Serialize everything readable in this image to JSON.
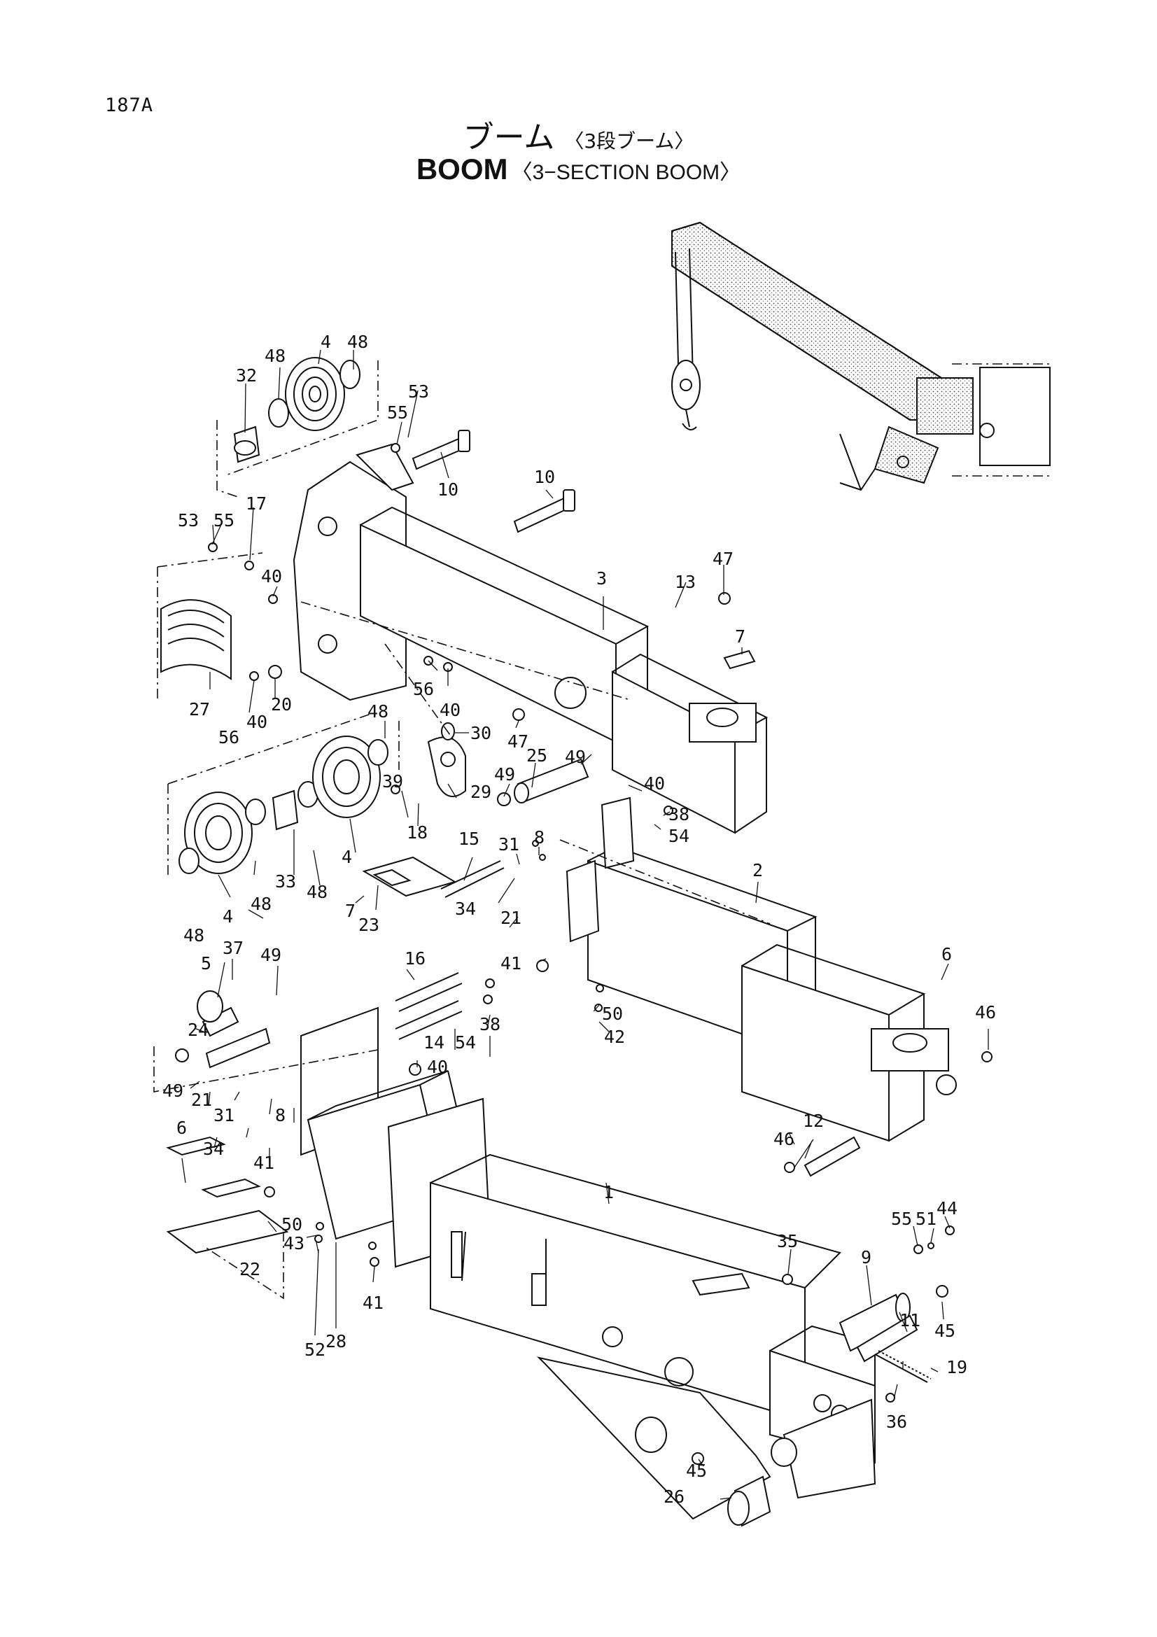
{
  "page_number": "187A",
  "title_jp": "ブーム",
  "title_jp_sub": "〈3段ブーム〉",
  "title_en": "BOOM",
  "title_en_sub": "〈3−SECTION BOOM〉",
  "callouts": [
    {
      "id": "c4a",
      "text": "4"
    },
    {
      "id": "c48a",
      "text": "48"
    },
    {
      "id": "c48b",
      "text": "48"
    },
    {
      "id": "c32",
      "text": "32"
    },
    {
      "id": "c53a",
      "text": "53"
    },
    {
      "id": "c55a",
      "text": "55"
    },
    {
      "id": "c10a",
      "text": "10"
    },
    {
      "id": "c10b",
      "text": "10"
    },
    {
      "id": "c53b",
      "text": "53"
    },
    {
      "id": "c55b",
      "text": "55"
    },
    {
      "id": "c17",
      "text": "17"
    },
    {
      "id": "c40a",
      "text": "40"
    },
    {
      "id": "c3",
      "text": "3"
    },
    {
      "id": "c13",
      "text": "13"
    },
    {
      "id": "c47a",
      "text": "47"
    },
    {
      "id": "c7a",
      "text": "7"
    },
    {
      "id": "c27",
      "text": "27"
    },
    {
      "id": "c20",
      "text": "20"
    },
    {
      "id": "c40b",
      "text": "40"
    },
    {
      "id": "c56a",
      "text": "56"
    },
    {
      "id": "c56b",
      "text": "56"
    },
    {
      "id": "c40c",
      "text": "40"
    },
    {
      "id": "c47b",
      "text": "47"
    },
    {
      "id": "c48c",
      "text": "48"
    },
    {
      "id": "c30",
      "text": "30"
    },
    {
      "id": "c49a",
      "text": "49"
    },
    {
      "id": "c25",
      "text": "25"
    },
    {
      "id": "c49b",
      "text": "49"
    },
    {
      "id": "c29",
      "text": "29"
    },
    {
      "id": "c39",
      "text": "39"
    },
    {
      "id": "c18",
      "text": "18"
    },
    {
      "id": "c40d",
      "text": "40"
    },
    {
      "id": "c38a",
      "text": "38"
    },
    {
      "id": "c54a",
      "text": "54"
    },
    {
      "id": "c4b",
      "text": "4"
    },
    {
      "id": "c33",
      "text": "33"
    },
    {
      "id": "c48d",
      "text": "48"
    },
    {
      "id": "c48e",
      "text": "48"
    },
    {
      "id": "c4c",
      "text": "4"
    },
    {
      "id": "c48f",
      "text": "48"
    },
    {
      "id": "c15",
      "text": "15"
    },
    {
      "id": "c31a",
      "text": "31"
    },
    {
      "id": "c8a",
      "text": "8"
    },
    {
      "id": "c2",
      "text": "2"
    },
    {
      "id": "c7b",
      "text": "7"
    },
    {
      "id": "c23",
      "text": "23"
    },
    {
      "id": "c34a",
      "text": "34"
    },
    {
      "id": "c21a",
      "text": "21"
    },
    {
      "id": "c41a",
      "text": "41"
    },
    {
      "id": "c5",
      "text": "5"
    },
    {
      "id": "c37",
      "text": "37"
    },
    {
      "id": "c49c",
      "text": "49"
    },
    {
      "id": "c16",
      "text": "16"
    },
    {
      "id": "c6a",
      "text": "6"
    },
    {
      "id": "c46a",
      "text": "46"
    },
    {
      "id": "c24",
      "text": "24"
    },
    {
      "id": "c38b",
      "text": "38"
    },
    {
      "id": "c50a",
      "text": "50"
    },
    {
      "id": "c42",
      "text": "42"
    },
    {
      "id": "c14",
      "text": "14"
    },
    {
      "id": "c54b",
      "text": "54"
    },
    {
      "id": "c40e",
      "text": "40"
    },
    {
      "id": "c49d",
      "text": "49"
    },
    {
      "id": "c21b",
      "text": "21"
    },
    {
      "id": "c31b",
      "text": "31"
    },
    {
      "id": "c8b",
      "text": "8"
    },
    {
      "id": "c34b",
      "text": "34"
    },
    {
      "id": "c6b",
      "text": "6"
    },
    {
      "id": "c41b",
      "text": "41"
    },
    {
      "id": "c12",
      "text": "12"
    },
    {
      "id": "c46b",
      "text": "46"
    },
    {
      "id": "c1",
      "text": "1"
    },
    {
      "id": "c44",
      "text": "44"
    },
    {
      "id": "c51",
      "text": "51"
    },
    {
      "id": "c55c",
      "text": "55"
    },
    {
      "id": "c35",
      "text": "35"
    },
    {
      "id": "c50b",
      "text": "50"
    },
    {
      "id": "c43",
      "text": "43"
    },
    {
      "id": "c22",
      "text": "22"
    },
    {
      "id": "c9",
      "text": "9"
    },
    {
      "id": "c45a",
      "text": "45"
    },
    {
      "id": "c11",
      "text": "11"
    },
    {
      "id": "c41c",
      "text": "41"
    },
    {
      "id": "c28",
      "text": "28"
    },
    {
      "id": "c52",
      "text": "52"
    },
    {
      "id": "c19",
      "text": "19"
    },
    {
      "id": "c36",
      "text": "36"
    },
    {
      "id": "c45b",
      "text": "45"
    },
    {
      "id": "c26",
      "text": "26"
    }
  ]
}
